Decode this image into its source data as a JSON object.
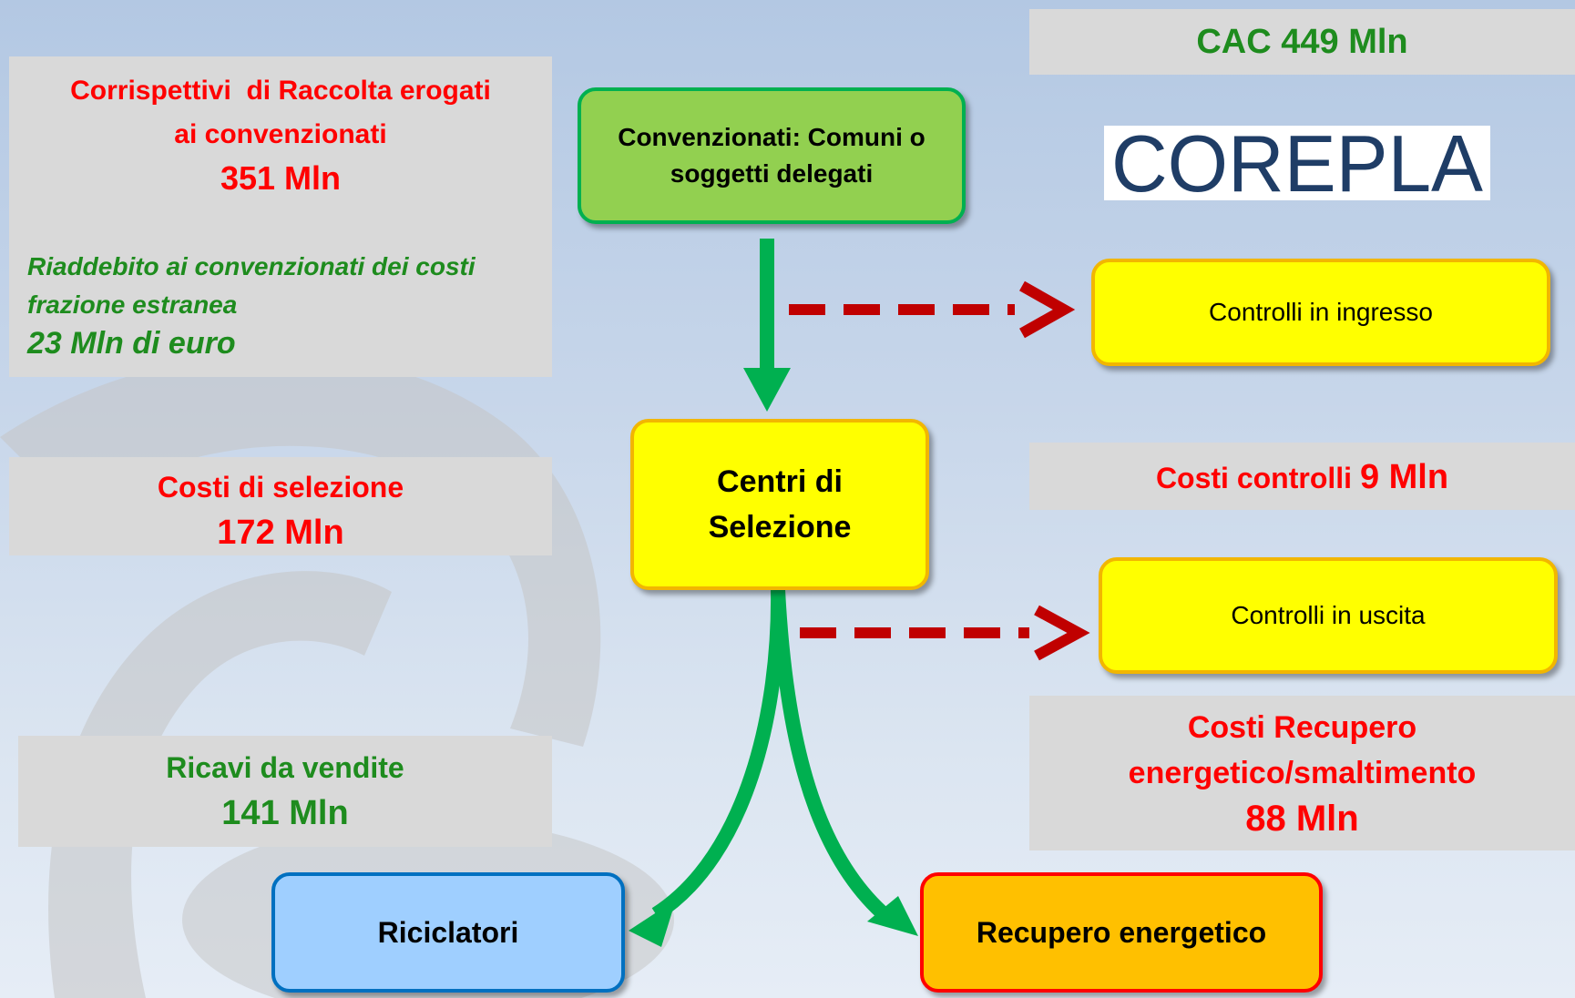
{
  "left": {
    "raccolta_line1": "Corrispettivi  di Raccolta erogati",
    "raccolta_line2": "ai convenzionati",
    "raccolta_value": "351 Mln",
    "riaddebito_line1": "Riaddebito ai convenzionati dei costi",
    "riaddebito_line2": "frazione estranea",
    "riaddebito_value": "23 Mln di euro",
    "selezione_label": "Costi di selezione",
    "selezione_value": "172 Mln",
    "ricavi_label": "Ricavi da vendite",
    "ricavi_value": "141 Mln"
  },
  "right": {
    "cac": "CAC 449 Mln",
    "logo": "COREPLA",
    "controlli_label": "Costi controlli ",
    "controlli_value": "9 Mln",
    "recupero_line1": "Costi Recupero",
    "recupero_line2": "energetico/smaltimento",
    "recupero_value": "88 Mln"
  },
  "nodes": {
    "convenzionati_line1": "Convenzionati: Comuni o",
    "convenzionati_line2": "soggetti delegati",
    "centri_line1": "Centri di",
    "centri_line2": "Selezione",
    "controlli_ingresso": "Controlli in ingresso",
    "controlli_uscita": "Controlli in uscita",
    "riciclatori": "Riciclatori",
    "recupero_energetico": "Recupero energetico"
  },
  "colors": {
    "cost_red": "#ff0000",
    "revenue_green": "#1e8c1e",
    "flow_arrow_green": "#00b050",
    "control_arrow_red": "#c00000",
    "convenzionati_fill": "#92d050",
    "centri_fill": "#ffff00",
    "riciclatori_fill": "#9fcfff",
    "recupero_fill": "#ffc000",
    "logo_blue": "#1f3d66"
  }
}
